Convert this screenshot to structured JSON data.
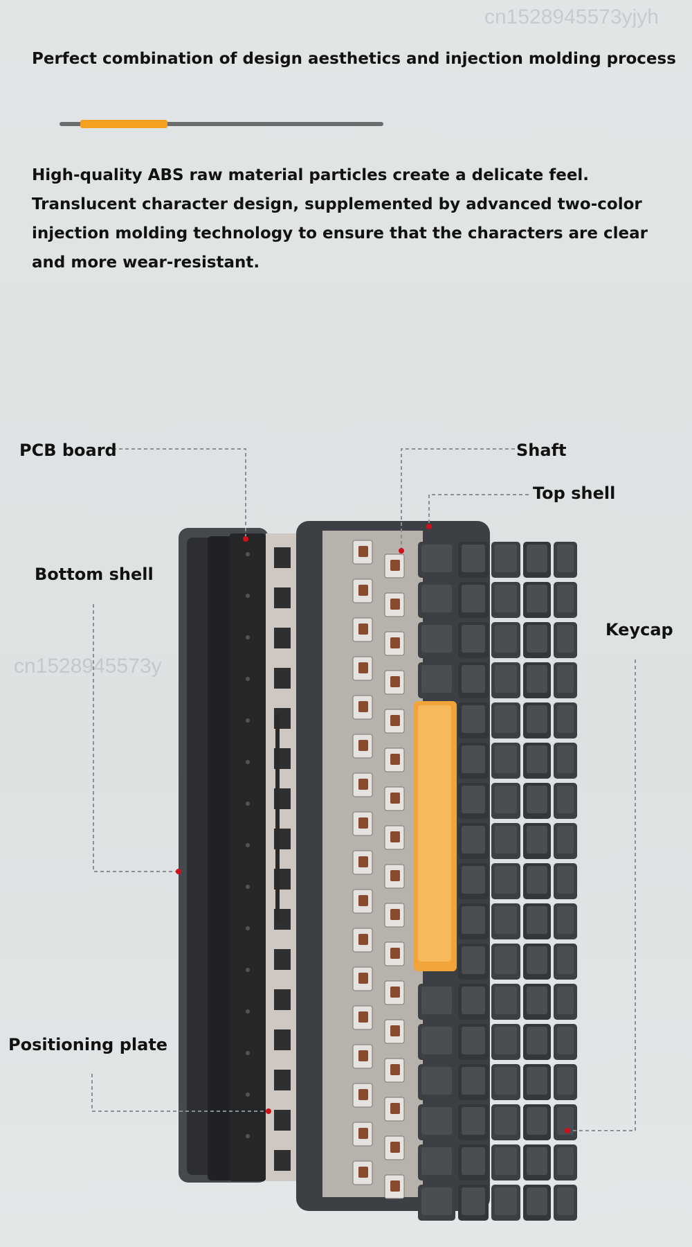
{
  "watermark": "cn1528945573yjyh",
  "watermark_partial": "cn1528945573y",
  "headline": "Perfect combination of design aesthetics and injection molding process",
  "progress": {
    "fraction": 0.27,
    "track_color": "#6a6c6e",
    "fill_color": "#f5a020"
  },
  "description": "High-quality ABS raw material particles create a delicate feel. Translucent character design, supplemented by advanced two-color injection molding technology to ensure that the characters are clear and more wear-resistant.",
  "labels": {
    "pcb_board": "PCB board",
    "shaft": "Shaft",
    "top_shell": "Top shell",
    "bottom_shell": "Bottom shell",
    "keycap": "Keycap",
    "positioning_plate": "Positioning plate"
  },
  "colors": {
    "accent_orange": "#f0a43a",
    "callout_dot": "#d0101a",
    "keycap_dark": "#3a3c3e",
    "switch_brown": "#8a4a30"
  }
}
